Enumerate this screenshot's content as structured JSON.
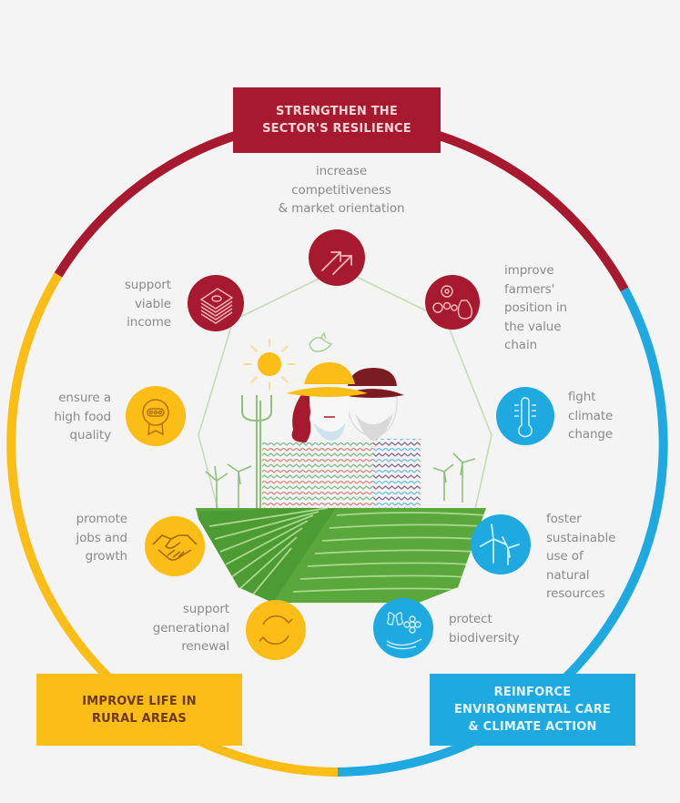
{
  "diagram": {
    "colors": {
      "background": "#f4f4f4",
      "red": "#a6192e",
      "yellow": "#fbbd16",
      "blue": "#1fa9e1",
      "green": "#5aa83c",
      "green_light": "#8cc46f",
      "text_gray": "#8a8a8a",
      "heptagon_line": "#b9d9a8"
    },
    "banners": {
      "top": {
        "line1": "STRENGTHEN THE",
        "line2": "SECTOR'S RESILIENCE",
        "color": "#a6192e",
        "text_color": "#f6d6d6"
      },
      "bottom_left": {
        "line1": "IMPROVE LIFE IN",
        "line2": "RURAL AREAS",
        "color": "#fbbd16",
        "text_color": "#6b3a12"
      },
      "bottom_right": {
        "line1": "REINFORCE",
        "line2": "ENVIRONMENTAL CARE",
        "line3": "& CLIMATE ACTION",
        "color": "#1fa9e1",
        "text_color": "#e4f5fc"
      }
    },
    "objectives": [
      {
        "id": "competitiveness",
        "icon": "rising-arrows-icon",
        "group": "red",
        "lines": [
          "increase",
          "competitiveness",
          "& market orientation"
        ]
      },
      {
        "id": "value-chain",
        "icon": "food-chain-icon",
        "group": "red",
        "lines": [
          "improve",
          "farmers'",
          "position in",
          "the value",
          "chain"
        ]
      },
      {
        "id": "climate",
        "icon": "thermometer-icon",
        "group": "blue",
        "lines": [
          "fight",
          "climate",
          "change"
        ]
      },
      {
        "id": "natural-resources",
        "icon": "wind-turbine-icon",
        "group": "blue",
        "lines": [
          "foster",
          "sustainable",
          "use of",
          "natural",
          "resources"
        ]
      },
      {
        "id": "biodiversity",
        "icon": "butterfly-flower-hand-icon",
        "group": "blue",
        "lines": [
          "protect",
          "biodiversity"
        ]
      },
      {
        "id": "generational",
        "icon": "cycle-arrows-icon",
        "group": "yellow",
        "lines": [
          "support",
          "generational",
          "renewal"
        ]
      },
      {
        "id": "jobs",
        "icon": "handshake-icon",
        "group": "yellow",
        "lines": [
          "promote",
          "jobs and",
          "growth"
        ]
      },
      {
        "id": "food-quality",
        "icon": "quality-badge-icon",
        "group": "yellow",
        "lines": [
          "ensure a",
          "high food",
          "quality"
        ]
      },
      {
        "id": "income",
        "icon": "money-stack-icon",
        "group": "red",
        "lines": [
          "support",
          "viable",
          "income"
        ]
      }
    ]
  }
}
